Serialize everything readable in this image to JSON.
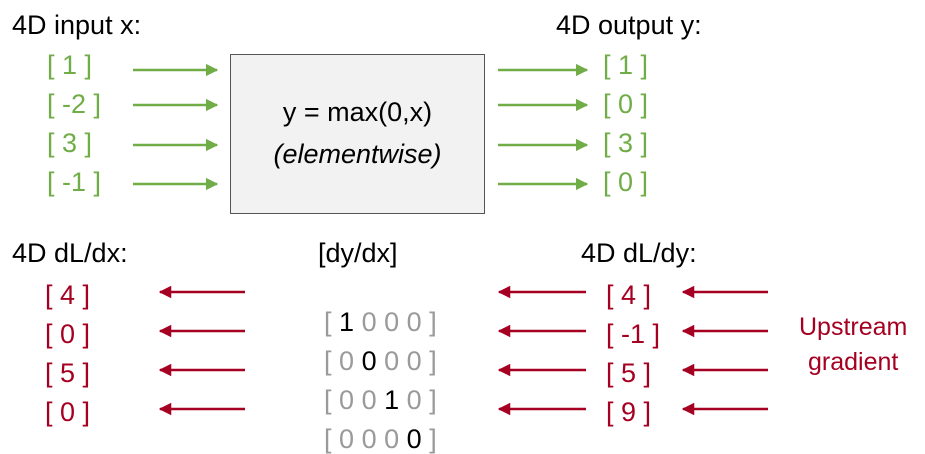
{
  "forward": {
    "input_title": "4D input x:",
    "output_title": "4D output y:",
    "inputs": [
      "[ 1 ]",
      "[ -2 ]",
      "[ 3 ]",
      "[ -1 ]"
    ],
    "outputs": [
      "[ 1 ]",
      "[ 0 ]",
      "[ 3 ]",
      "[ 0 ]"
    ],
    "op_equation": "y = max(0,x)",
    "op_note": "(elementwise)"
  },
  "backward": {
    "dldx_title": "4D dL/dx:",
    "jacobian_title": "[dy/dx]",
    "dldy_title": "4D dL/dy:",
    "dldx": [
      "[ 4 ]",
      "[ 0 ]",
      "[ 5 ]",
      "[ 0 ]"
    ],
    "dldy": [
      "[ 4 ]",
      "[ -1 ]",
      "[ 5 ]",
      "[ 9 ]"
    ],
    "jacobian_rows": [
      [
        "1",
        "0",
        "0",
        "0"
      ],
      [
        "0",
        "0",
        "0",
        "0"
      ],
      [
        "0",
        "0",
        "1",
        "0"
      ],
      [
        "0",
        "0",
        "0",
        "0"
      ]
    ],
    "upstream_label_line1": "Upstream",
    "upstream_label_line2": "gradient"
  },
  "colors": {
    "forward": "#70ad47",
    "backward": "#a50021",
    "box_fill": "#f2f2f2",
    "jacobian_zero": "#9a9a9a"
  }
}
